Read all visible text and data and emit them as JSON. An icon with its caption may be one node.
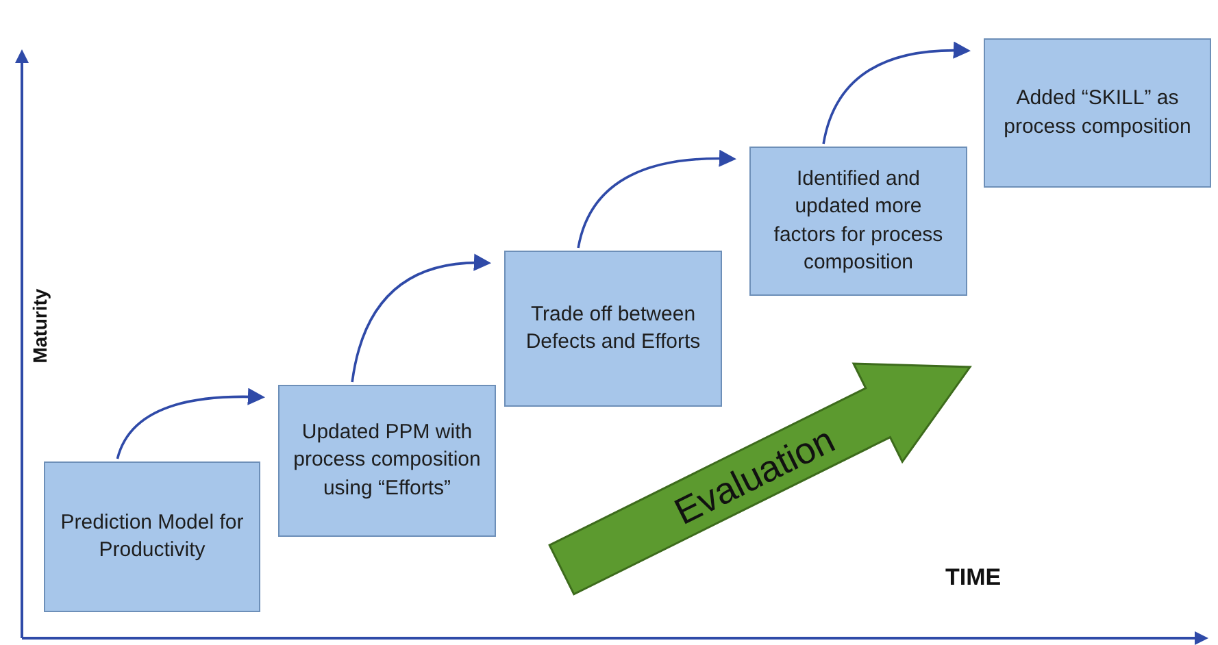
{
  "diagram": {
    "nodes": [
      {
        "text": [
          "Prediction Model for Productivity"
        ]
      },
      {
        "text": [
          "Updated PPM with process composition using “Efforts”"
        ]
      },
      {
        "text": [
          "Trade off between Defects and Efforts"
        ]
      },
      {
        "text": [
          "Identified and updated more factors for process composition"
        ]
      },
      {
        "text": [
          "Added “SKILL” as process composition"
        ]
      },
      {
        "text": [
          "Evaluation"
        ]
      }
    ],
    "edges": [
      {
        "from": 0,
        "to": 1,
        "arrow": "to"
      },
      {
        "from": 1,
        "to": 2,
        "arrow": "to"
      },
      {
        "from": 2,
        "to": 3,
        "arrow": "to"
      },
      {
        "from": 3,
        "to": 4,
        "arrow": "to"
      }
    ],
    "labels": [
      "Maturity",
      "TIME"
    ]
  }
}
